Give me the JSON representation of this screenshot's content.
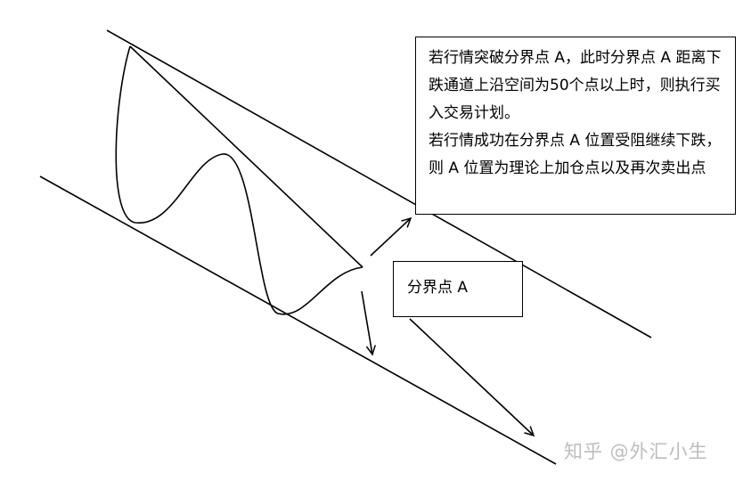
{
  "info_box": {
    "paragraph_1": "若行情突破分界点 A，此时分界点 A 距离下跌通道上沿空间为50个点以上时，则执行买入交易计划。",
    "paragraph_2": "若行情成功在分界点 A 位置受阻继续下跌，则 A 位置为理论上加仓点以及再次卖出点"
  },
  "label_box": {
    "text": "分界点 A"
  },
  "watermark": {
    "text": "知乎 @外汇小生"
  },
  "colors": {
    "line": "#000000",
    "background": "#ffffff",
    "watermark": "#bdbdbd"
  }
}
